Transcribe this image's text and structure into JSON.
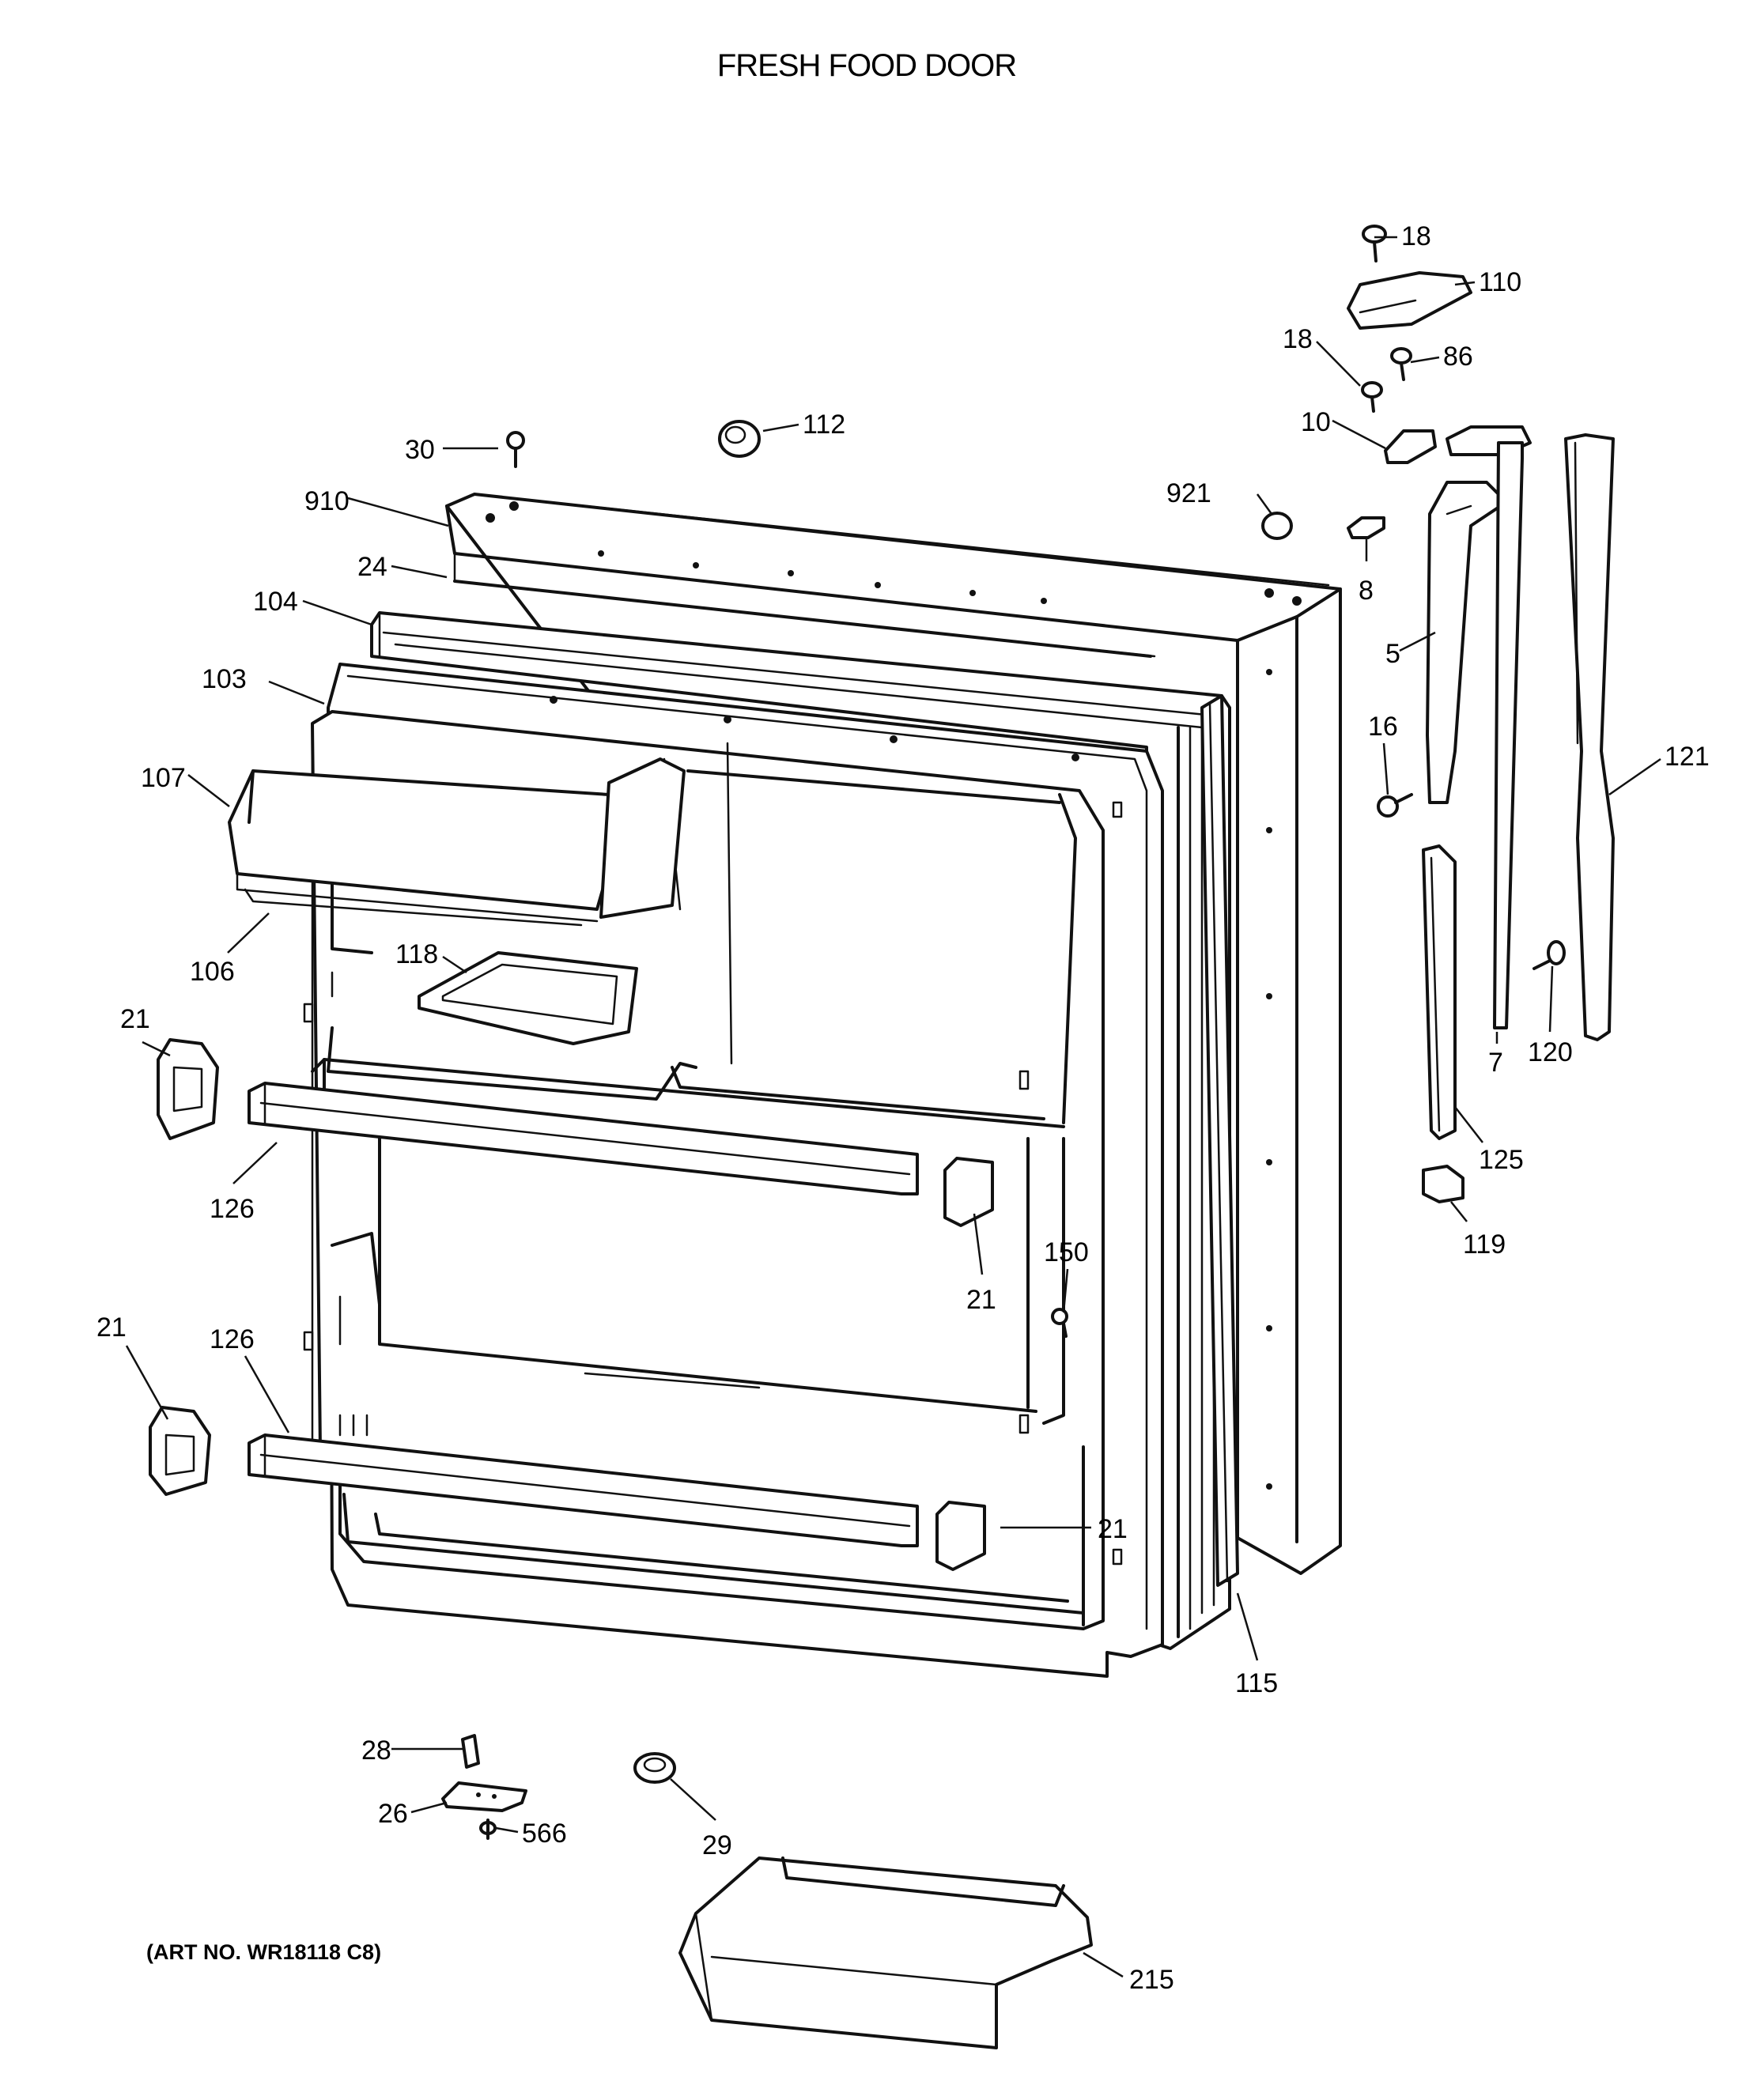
{
  "title": "FRESH FOOD DOOR",
  "art_number": "(ART NO. WR18118 C8)",
  "callouts": {
    "c18a": "18",
    "c110": "110",
    "c18b": "18",
    "c86": "86",
    "c10": "10",
    "c112": "112",
    "c30": "30",
    "c921": "921",
    "c910": "910",
    "c8": "8",
    "c24": "24",
    "c104": "104",
    "c5": "5",
    "c103": "103",
    "c16": "16",
    "c121": "121",
    "c107": "107",
    "c106": "106",
    "c118": "118",
    "c120": "120",
    "c7": "7",
    "c21a": "21",
    "c125": "125",
    "c126a": "126",
    "c119": "119",
    "c150": "150",
    "c21b": "21",
    "c21c": "21",
    "c126b": "126",
    "c21d": "21",
    "c115": "115",
    "c28": "28",
    "c26": "26",
    "c566": "566",
    "c29": "29",
    "c215": "215"
  }
}
